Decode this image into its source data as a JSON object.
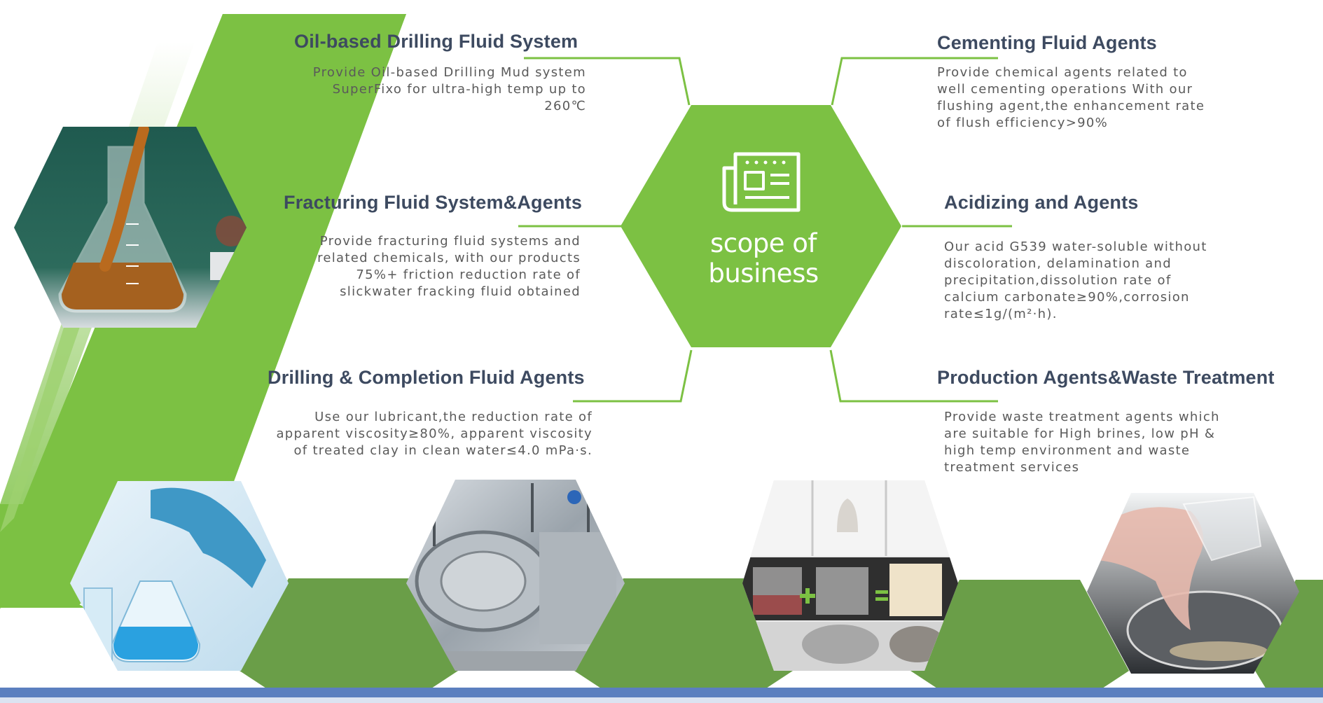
{
  "center": {
    "title": "scope of business",
    "icon": "newspaper-icon"
  },
  "colors": {
    "accent_green": "#7cc143",
    "dark_green": "#6a9e48",
    "heading_text": "#3d4a60",
    "body_text": "#5a5a5a",
    "bottom_bar": "#5b7fbf"
  },
  "sections": [
    {
      "title": "Oil-based Drilling Fluid System",
      "lines": [
        "Provide Oil-based Drilling Mud system",
        "SuperFixo for ultra-high temp up to",
        "260℃"
      ]
    },
    {
      "title": "Fracturing Fluid System&Agents",
      "lines": [
        "Provide fracturing fluid systems and",
        "related chemicals, with our products",
        "75%+ friction reduction rate of",
        "slickwater fracking fluid obtained"
      ]
    },
    {
      "title": "Drilling & Completion Fluid Agents",
      "lines": [
        "Use our lubricant,the reduction rate of",
        "apparent viscosity≥80%, apparent viscosity",
        "of treated clay in clean water≤4.0 mPa·s."
      ]
    },
    {
      "title": "Cementing Fluid Agents",
      "lines": [
        "Provide chemical agents related to",
        "well cementing operations With our",
        "flushing agent,the enhancement rate",
        "of flush efficiency>90%"
      ]
    },
    {
      "title": "Acidizing and Agents",
      "lines": [
        "Our acid G539 water-soluble without",
        "discoloration, delamination and",
        "precipitation,dissolution rate of",
        "calcium carbonate≥90%,corrosion",
        "rate≤1g/(m²·h)."
      ]
    },
    {
      "title": "Production Agents&Waste Treatment",
      "lines": [
        "Provide waste treatment agents which",
        "are suitable for High brines, low pH &",
        "high temp environment and waste",
        "treatment services"
      ]
    }
  ],
  "photos": [
    {
      "icon": "flask-photo"
    },
    {
      "icon": "lab-glove-photo"
    },
    {
      "icon": "reactor-photo"
    },
    {
      "icon": "beakers-photo"
    },
    {
      "icon": "pouring-gel-photo"
    }
  ]
}
